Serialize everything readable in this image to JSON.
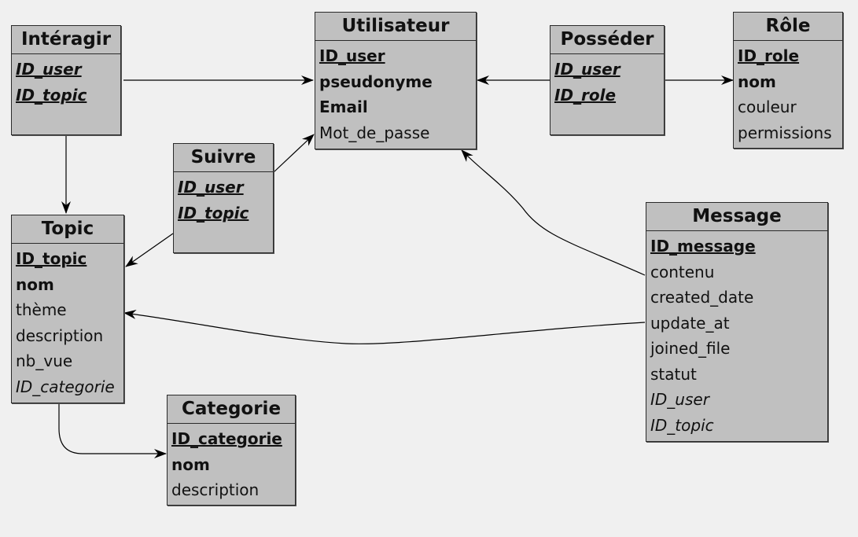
{
  "entities": {
    "interagir": {
      "title": "Intéragir",
      "fields": [
        {
          "name": "ID_user",
          "kind": "pkfk"
        },
        {
          "name": "ID_topic",
          "kind": "pkfk"
        }
      ]
    },
    "utilisateur": {
      "title": "Utilisateur",
      "fields": [
        {
          "name": "ID_user",
          "kind": "pk"
        },
        {
          "name": "pseudonyme",
          "kind": "bold"
        },
        {
          "name": "Email",
          "kind": "bold"
        },
        {
          "name": "Mot_de_passe",
          "kind": "normal"
        }
      ]
    },
    "posseder": {
      "title": "Posséder",
      "fields": [
        {
          "name": "ID_user",
          "kind": "pkfk"
        },
        {
          "name": "ID_role",
          "kind": "pkfk"
        }
      ]
    },
    "role": {
      "title": "Rôle",
      "fields": [
        {
          "name": "ID_role",
          "kind": "pk"
        },
        {
          "name": "nom",
          "kind": "bold"
        },
        {
          "name": "couleur",
          "kind": "normal"
        },
        {
          "name": "permissions",
          "kind": "normal"
        }
      ]
    },
    "suivre": {
      "title": "Suivre",
      "fields": [
        {
          "name": "ID_user",
          "kind": "pkfk"
        },
        {
          "name": "ID_topic",
          "kind": "pkfk"
        }
      ]
    },
    "topic": {
      "title": "Topic",
      "fields": [
        {
          "name": "ID_topic",
          "kind": "pk"
        },
        {
          "name": "nom",
          "kind": "bold"
        },
        {
          "name": "thème",
          "kind": "normal"
        },
        {
          "name": "description",
          "kind": "normal"
        },
        {
          "name": "nb_vue",
          "kind": "normal"
        },
        {
          "name": "ID_categorie",
          "kind": "fk"
        }
      ]
    },
    "message": {
      "title": "Message",
      "fields": [
        {
          "name": "ID_message",
          "kind": "pk"
        },
        {
          "name": "contenu",
          "kind": "normal"
        },
        {
          "name": "created_date",
          "kind": "normal"
        },
        {
          "name": "update_at",
          "kind": "normal"
        },
        {
          "name": "joined_file",
          "kind": "normal"
        },
        {
          "name": "statut",
          "kind": "normal"
        },
        {
          "name": "ID_user",
          "kind": "fk"
        },
        {
          "name": "ID_topic",
          "kind": "fk"
        }
      ]
    },
    "categorie": {
      "title": "Categorie",
      "fields": [
        {
          "name": "ID_categorie",
          "kind": "pk"
        },
        {
          "name": "nom",
          "kind": "bold"
        },
        {
          "name": "description",
          "kind": "normal"
        }
      ]
    }
  },
  "links": [
    {
      "from": "interagir",
      "to": "utilisateur"
    },
    {
      "from": "interagir",
      "to": "topic"
    },
    {
      "from": "posseder",
      "to": "utilisateur"
    },
    {
      "from": "posseder",
      "to": "role"
    },
    {
      "from": "suivre",
      "to": "utilisateur"
    },
    {
      "from": "suivre",
      "to": "topic"
    },
    {
      "from": "message",
      "to": "utilisateur"
    },
    {
      "from": "message",
      "to": "topic"
    },
    {
      "from": "topic",
      "to": "categorie"
    }
  ],
  "colors": {
    "background": "#f0f0f0",
    "box": "#c0c0c0",
    "foreign_key": "#1a1ae0",
    "line": "#000000"
  }
}
